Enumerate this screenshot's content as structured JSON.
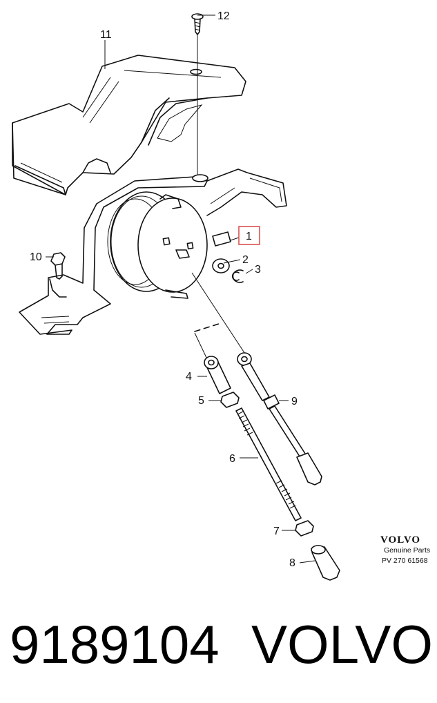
{
  "diagram": {
    "callouts": [
      "1",
      "2",
      "3",
      "4",
      "5",
      "6",
      "7",
      "8",
      "9",
      "10",
      "11",
      "12"
    ],
    "highlight_callout": "1",
    "highlight_color": "#d9534f",
    "brand_logo": "VOLVO",
    "brand_subtitle": "Genuine Parts",
    "drawing_ref": "PV 270 61568"
  },
  "footer": {
    "part_number": "9189104",
    "manufacturer": "VOLVO"
  }
}
